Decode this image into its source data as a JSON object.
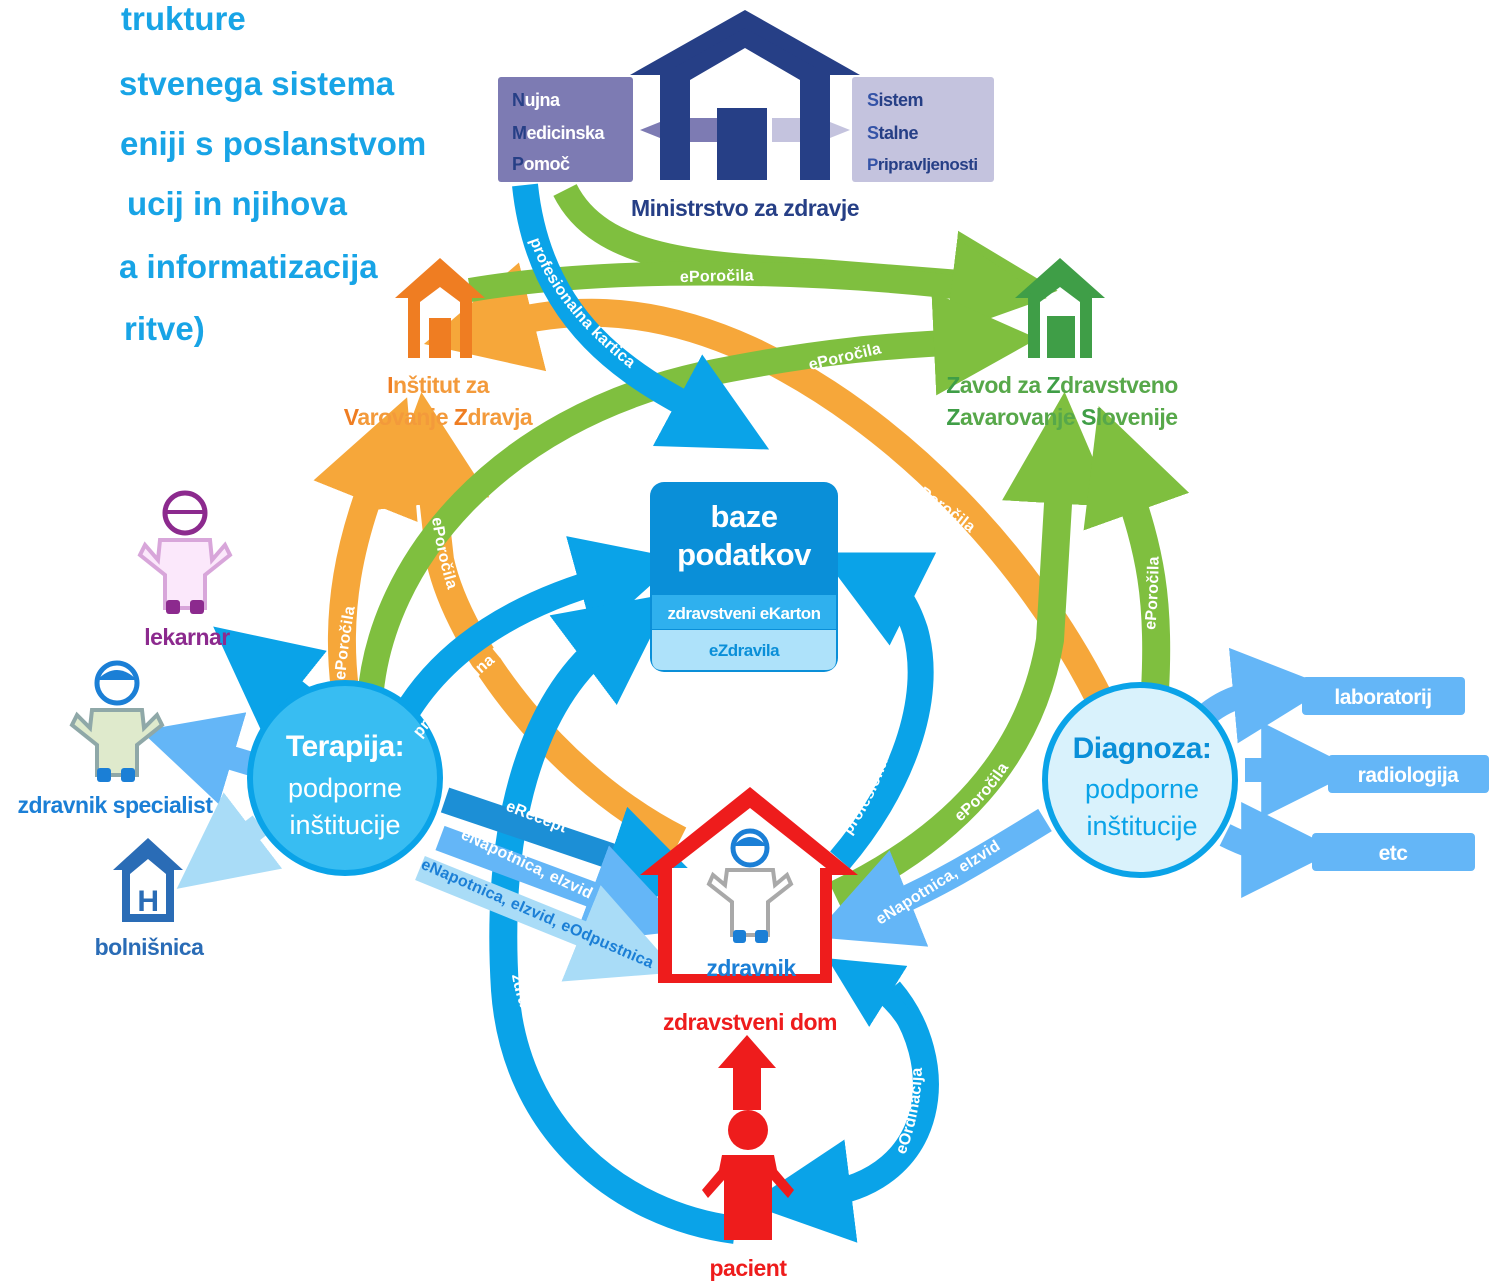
{
  "title_lines": [
    "trukture",
    "stvenega sistema",
    "eniji s poslanstvom",
    "ucij in njihova",
    "a informatizacija",
    "ritve)"
  ],
  "ministry": {
    "label": "Ministrstvo za zdravje",
    "left_box": {
      "caps": [
        "N",
        "M",
        "P"
      ],
      "rest": [
        "ujna",
        "edicinska",
        "omoč"
      ]
    },
    "right_box": {
      "caps": [
        "S",
        "S",
        "P"
      ],
      "rest": [
        "istem",
        "talne",
        "ripravljenosti"
      ]
    }
  },
  "ivz": {
    "line1": {
      "c1": "I",
      "r1": "nštitut za"
    },
    "line2": {
      "c1": "V",
      "r1": "arovanje ",
      "c2": "Z",
      "r2": "dravja"
    }
  },
  "zzzs": {
    "line1": {
      "c1": "Z",
      "r1": "avod za ",
      "c2": "Z",
      "r2": "dravstveno"
    },
    "line2": {
      "c1": "Z",
      "r1": "avarovanje ",
      "c2": "S",
      "r2": "lovenije"
    }
  },
  "databases": {
    "title1": "baze",
    "title2": "podatkov",
    "row1": "zdravstveni eKarton",
    "row2": "eZdravila"
  },
  "therapy": {
    "title": "Terapija:",
    "line1": "podporne",
    "line2": "inštitucije"
  },
  "diagnosis": {
    "title": "Diagnoza:",
    "line1": "podporne",
    "line2": "inštitucije"
  },
  "actors": {
    "pharmacist": "lekarnar",
    "specialist": "zdravnik specialist",
    "hospital": "bolnišnica",
    "hospital_sign": "H",
    "doctor": "zdravnik",
    "health_center": "zdravstveni dom",
    "patient": "pacient"
  },
  "services": [
    "laboratorij",
    "radiologija",
    "etc"
  ],
  "flow_labels": {
    "eporocila": "ePoročila",
    "prof_card": "profesionalna kartica",
    "erecept": "eRecept",
    "enapotnica": "eNapotnica, eIzvid",
    "enapotnica_full": "eNapotnica, eIzvid, eOdpustnica",
    "card": "zdravstvena izkaznica",
    "eordinacija": "eOrdinacija"
  },
  "colors": {
    "blue": "#0aa3e8",
    "light_blue": "#64b6f7",
    "pale_blue": "#a9dcf7",
    "green": "#7fbf3f",
    "orange": "#f6a73a",
    "navy": "#263f86",
    "red": "#ee1c1c",
    "purple": "#8c2a8e",
    "ivz_orange": "#ef7d22",
    "zzzs_green": "#3f9e47"
  }
}
